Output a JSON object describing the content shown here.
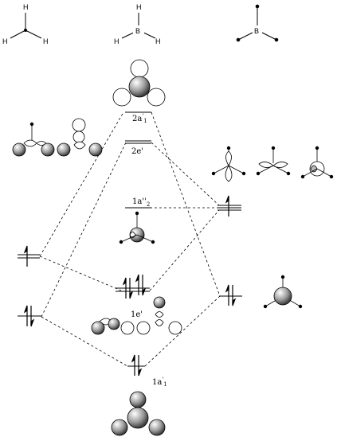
{
  "molecules": {
    "left": {
      "center": "",
      "ligands": [
        "H",
        "H",
        "H"
      ]
    },
    "middle": {
      "center": "B",
      "ligands": [
        "H",
        "H",
        "H"
      ]
    },
    "right": {
      "center": "B",
      "ligands": [
        "",
        "",
        ""
      ]
    }
  },
  "levels": {
    "a1_2": {
      "main": "2a",
      "prime": "'",
      "sub": "1"
    },
    "e_2": {
      "main": "2e'"
    },
    "a2_1": {
      "main": "1a''",
      "sub": "2"
    },
    "e_1": {
      "main": "1e'"
    },
    "a1_1": {
      "main": "1a",
      "prime": "'",
      "sub": "1"
    }
  },
  "colors": {
    "line": "#000000",
    "sphere_light": "#ffffff",
    "sphere_dark": "#3a3a3a"
  },
  "icons": [
    "spin-up-arrow",
    "spin-down-arrow",
    "s-orbital-sphere",
    "p-orbital-lobe"
  ]
}
